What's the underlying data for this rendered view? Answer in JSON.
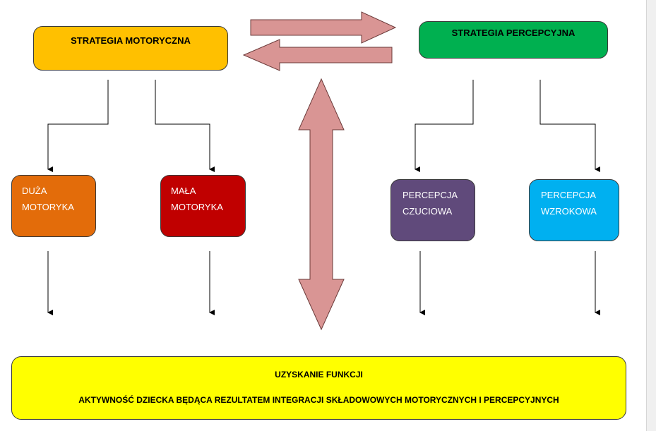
{
  "diagram": {
    "motor_strategy": "STRATEGIA MOTORYCZNA",
    "perceptual_strategy": "STRATEGIA PERCEPCYJNA",
    "gross_motor": [
      "DUŻA",
      "MOTORYKA"
    ],
    "fine_motor": [
      "MAŁA",
      "MOTORYKA"
    ],
    "tactile_perception": [
      "PERCEPCJA",
      "CZUCIOWA"
    ],
    "visual_perception": [
      "PERCEPCJA",
      "WZROKOWA"
    ],
    "function_title": "UZYSKANIE FUNKCJI",
    "function_description": "AKTYWNOŚĆ DZIECKA BĘDĄCA REZULTATEM INTEGRACJI SKŁADOWOWYCH MOTORYCZNYCH I PERCEPCYJNYCH"
  },
  "colors": {
    "motor_strategy": "#ffc000",
    "perceptual_strategy": "#00b050",
    "gross_motor": "#e36c0a",
    "fine_motor": "#c00000",
    "tactile_perception": "#604a7b",
    "visual_perception": "#00b0f0",
    "function": "#ffff00",
    "block_arrow": "#d99594"
  }
}
